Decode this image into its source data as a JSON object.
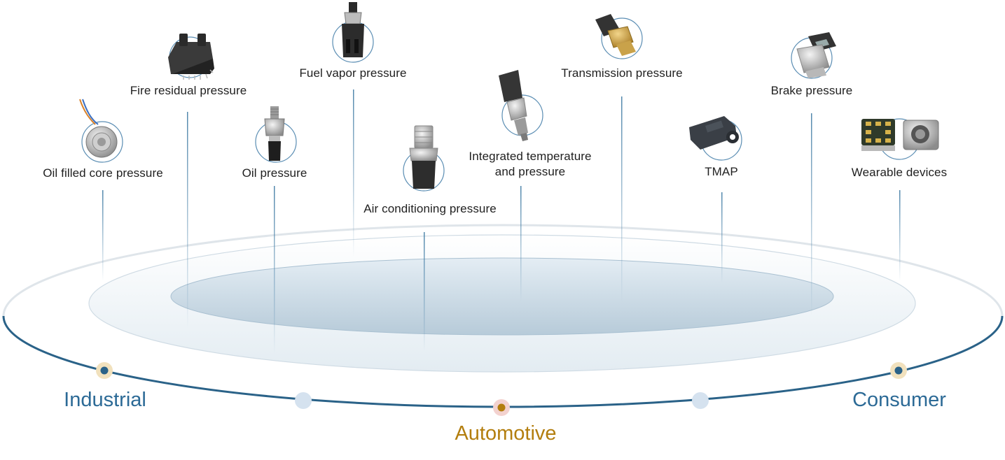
{
  "applications": [
    {
      "id": "oil-filled",
      "label": "Oil filled core pressure",
      "icon": "oil-filled-core-sensor-icon"
    },
    {
      "id": "fire-residual",
      "label": "Fire residual pressure",
      "icon": "fire-residual-sensor-icon"
    },
    {
      "id": "oil",
      "label": "Oil pressure",
      "icon": "oil-pressure-sensor-icon"
    },
    {
      "id": "fuel-vapor",
      "label": "Fuel vapor pressure",
      "icon": "fuel-vapor-sensor-icon"
    },
    {
      "id": "air-conditioning",
      "label": "Air conditioning pressure",
      "icon": "air-conditioning-sensor-icon"
    },
    {
      "id": "integrated-temp",
      "label": "Integrated temperature and pressure",
      "label_line1": "Integrated temperature",
      "label_line2": "and pressure",
      "icon": "temperature-pressure-sensor-icon"
    },
    {
      "id": "transmission",
      "label": "Transmission pressure",
      "icon": "transmission-sensor-icon"
    },
    {
      "id": "tmap",
      "label": "TMAP",
      "icon": "tmap-sensor-icon"
    },
    {
      "id": "brake",
      "label": "Brake pressure",
      "icon": "brake-pressure-sensor-icon"
    },
    {
      "id": "wearable",
      "label": "Wearable devices",
      "icon": "wearable-sensor-chips-icon"
    }
  ],
  "categories": {
    "industrial": {
      "label": "Industrial",
      "color": "#2c6a96"
    },
    "automotive": {
      "label": "Automotive",
      "color": "#b37e0e"
    },
    "consumer": {
      "label": "Consumer",
      "color": "#2c6a96"
    }
  },
  "colors": {
    "arc": "#2a6288",
    "text": "#1f1f1f",
    "dot_gold": "#f1e1bd",
    "dot_pink": "#f3d2cf",
    "dot_blue": "#d5e2ef"
  }
}
